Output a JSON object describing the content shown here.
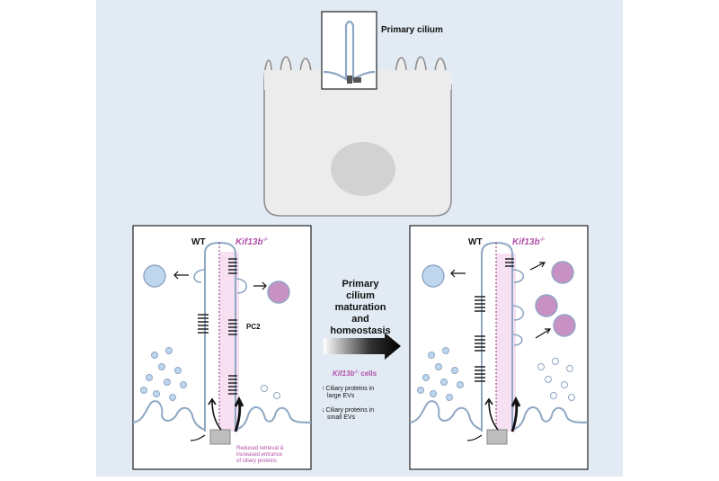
{
  "top": {
    "callout_label": "Primary cilium"
  },
  "left_panel": {
    "wt_label": "WT",
    "kif_label": "Kif13b",
    "kif_sup": "-/-",
    "pc2_label": "PC2",
    "note_line1": "Reduced retrieval &",
    "note_line2": "increased entrance",
    "note_line3": "of ciliary proteins"
  },
  "right_panel": {
    "wt_label": "WT",
    "kif_label": "Kif13b",
    "kif_sup": "-/-"
  },
  "middle": {
    "title_lines": [
      "Primary",
      "cilium",
      "maturation",
      "and",
      "homeostasis"
    ],
    "cells_label": "Kif13b",
    "cells_sup": "-/-",
    "cells_suffix": " cells",
    "up_arrow": "↑",
    "up_line1": "Ciliary proteins in",
    "up_line2": "large EVs",
    "down_arrow": "↓",
    "down_line1": "Ciliary proteins in",
    "down_line2": "small EVs"
  },
  "colors": {
    "background": "#e2ebf4",
    "cell": "#ececec",
    "cell_stroke": "#8f8f8f",
    "nucleus": "#d2d2d2",
    "membrane": "#8fa7c4",
    "vesicle_blue": "#bed6ee",
    "vesicle_purple": "#c891c4",
    "kif_text": "#b14fa8",
    "kif_fill": "#f6e0f2"
  }
}
